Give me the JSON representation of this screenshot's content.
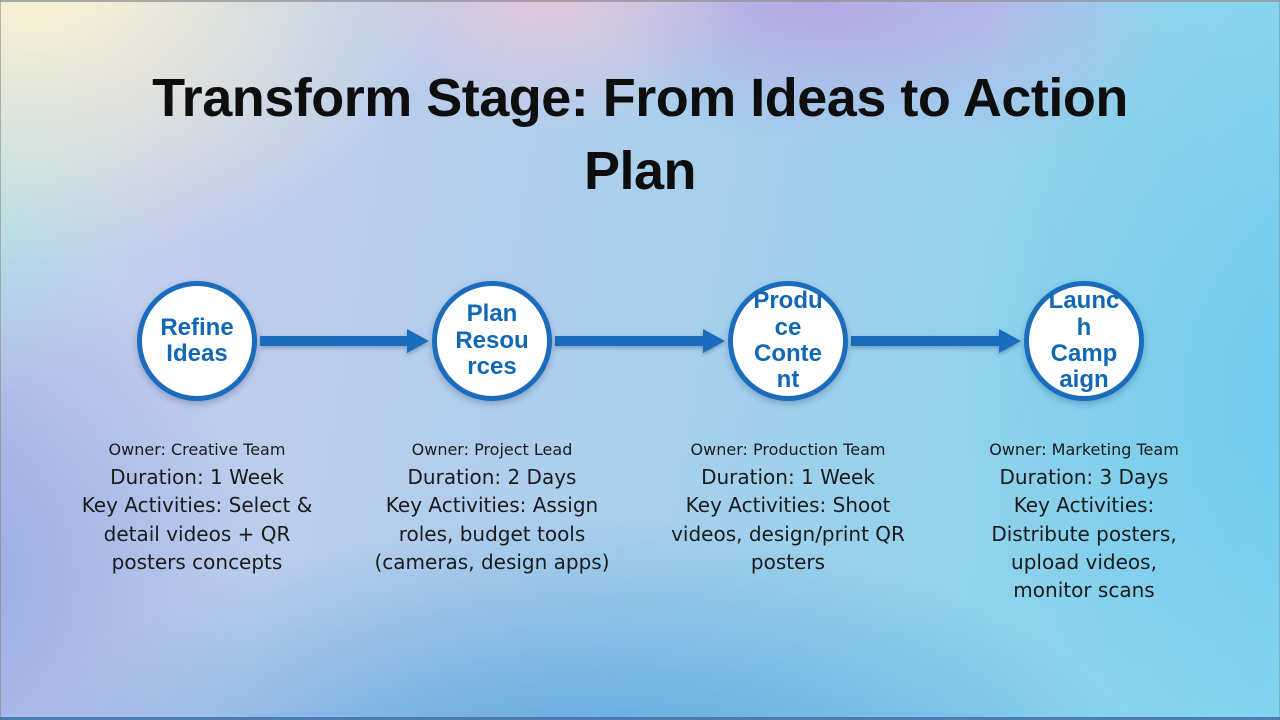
{
  "slide": {
    "title": "Transform Stage: From Ideas to Action Plan",
    "title_lines": [
      "Transform Stage: From Ideas to Action",
      "Plan"
    ],
    "colors": {
      "accent_blue": "#1b6cbd",
      "circle_text_blue": "#1268b5",
      "title_text": "#0e0e0e",
      "body_text": "#1b1b1b",
      "circle_fill": "#ffffff"
    }
  },
  "steps": [
    {
      "label": "Refine Ideas",
      "label_lines": [
        "Refine",
        "Ideas"
      ],
      "owner": "Owner: Creative Team",
      "duration": "Duration: 1 Week",
      "activities": "Key Activities: Select & detail videos + QR posters concepts"
    },
    {
      "label": "Plan Resources",
      "label_lines": [
        "Plan",
        "Resou",
        "rces"
      ],
      "owner": "Owner: Project Lead",
      "duration": "Duration: 2 Days",
      "activities": "Key Activities: Assign roles, budget tools (cameras, design apps)"
    },
    {
      "label": "Produce Content",
      "label_lines": [
        "Produ",
        "ce",
        "Conte",
        "nt"
      ],
      "owner": "Owner: Production Team",
      "duration": "Duration: 1 Week",
      "activities": "Key Activities: Shoot videos, design/print QR posters"
    },
    {
      "label": "Launch Campaign",
      "label_lines": [
        "Launc",
        "h",
        "Camp",
        "aign"
      ],
      "owner": "Owner: Marketing Team",
      "duration": "Duration: 3 Days",
      "activities": "Key Activities: Distribute posters, upload videos, monitor scans"
    }
  ]
}
